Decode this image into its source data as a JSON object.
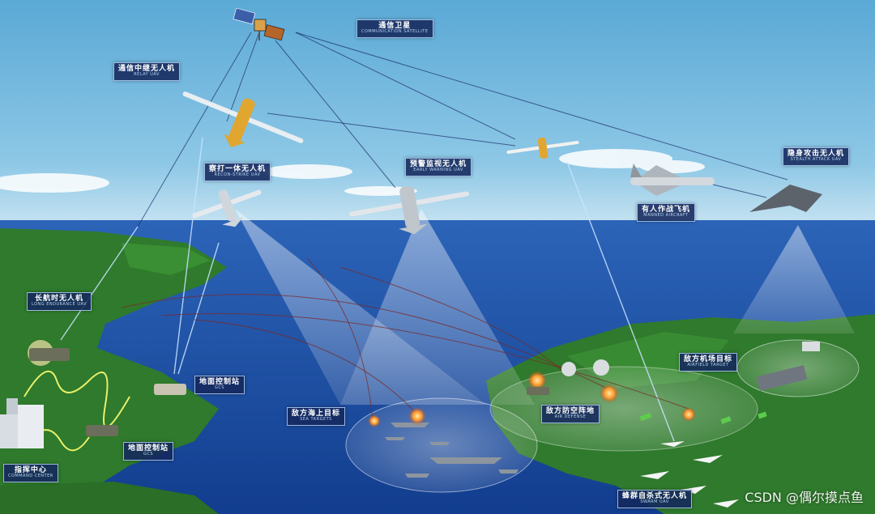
{
  "labels": {
    "comm_satellite": {
      "title": "通信卫星",
      "sub": "COMMUNICATION SATELLITE"
    },
    "relay_uav": {
      "title": "通信中继无人机",
      "sub": "RELAY UAV"
    },
    "recon_strike_uav": {
      "title": "察打一体无人机",
      "sub": "RECON-STRIKE UAV"
    },
    "early_warning_uav": {
      "title": "预警监视无人机",
      "sub": "EARLY WARNING UAV"
    },
    "stealth_uav": {
      "title": "隐身攻击无人机",
      "sub": "STEALTH ATTACK UAV"
    },
    "manned_aircraft": {
      "title": "有人作战飞机",
      "sub": "MANNED AIRCRAFT"
    },
    "long_endurance_uav": {
      "title": "长航时无人机",
      "sub": "LONG ENDURANCE UAV"
    },
    "ground_station_1": {
      "title": "地面控制站",
      "sub": "GCS"
    },
    "ground_station_2": {
      "title": "地面控制站",
      "sub": "GCS"
    },
    "control_center": {
      "title": "指挥中心",
      "sub": "COMMAND CENTER"
    },
    "sea_target": {
      "title": "敌方海上目标",
      "sub": "SEA TARGETS"
    },
    "enemy_air_defense": {
      "title": "敌方防空阵地",
      "sub": "AIR DEFENSE"
    },
    "enemy_airport": {
      "title": "敌方机场目标",
      "sub": "AIRFIELD TARGET"
    },
    "swarm_uav": {
      "title": "蜂群自杀式无人机",
      "sub": "SWARM UAV"
    }
  },
  "watermark": "CSDN @偶尔摸点鱼",
  "colors": {
    "sky_top": "#5aa9d6",
    "sky_bottom": "#cfe7f3",
    "sea": "#1d4fa8",
    "land": "#2f7a2c",
    "label_bg": "#14285c"
  }
}
